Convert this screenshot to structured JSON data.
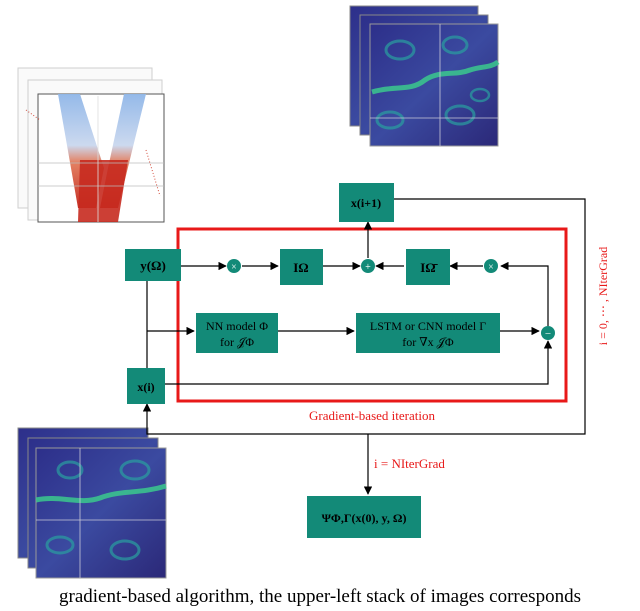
{
  "colors": {
    "box_fill": "#138a78",
    "iteration_frame": "#e81919",
    "arrow": "#000000",
    "accent_text": "#e81919"
  },
  "nodes": {
    "x_next": "x(i+1)",
    "y_omega": "y(Ω)",
    "x_i": "x(i)",
    "mask_omega": "IΩ",
    "mask_omega_bar": "IΩ̄",
    "nn_model_line1": "NN model Φ",
    "nn_model_line2": "for 𝒥Φ",
    "lstm_line1": "LSTM or CNN model Γ",
    "lstm_line2": "for ∇x 𝒥Φ",
    "output": "ΨΦ,Γ(x(0), y, Ω)"
  },
  "labels": {
    "iteration": "Gradient-based iteration",
    "loop_index": "i = 0, ⋯ , NIterGrad",
    "stop_condition": "i = NIterGrad"
  },
  "images": {
    "top_stack": "ocean-field-image-stack",
    "left_stack": "track-observation-image-stack",
    "bottom_stack": "ocean-field-image-stack"
  },
  "caption": "gradient-based algorithm, the upper-left stack of images corresponds"
}
